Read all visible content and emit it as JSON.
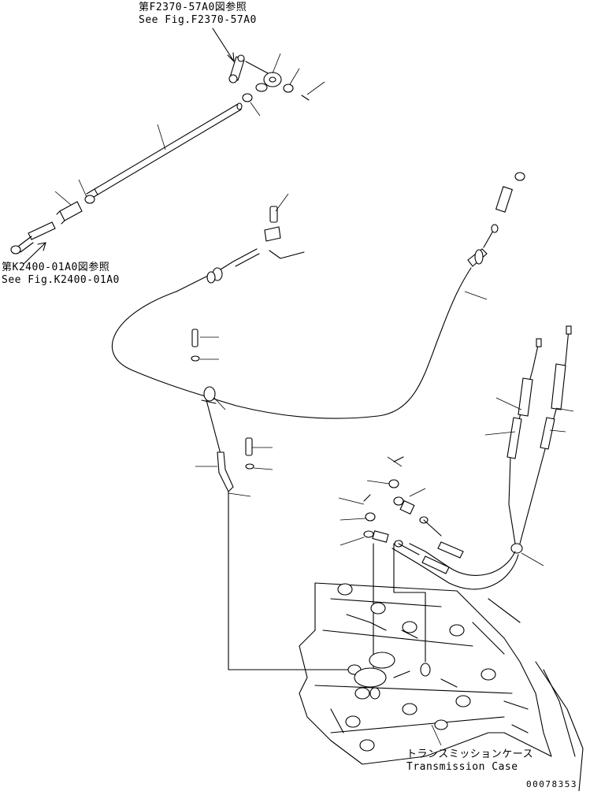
{
  "references": {
    "top_ref_jp": "第F2370-57A0図参照",
    "top_ref_en": "See Fig.F2370-57A0",
    "left_ref_jp": "第K2400-01A0図参照",
    "left_ref_en": "See Fig.K2400-01A0"
  },
  "components": {
    "transmission_case_jp": "トランスミッションケース",
    "transmission_case_en": "Transmission Case"
  },
  "part_number": "00078353"
}
